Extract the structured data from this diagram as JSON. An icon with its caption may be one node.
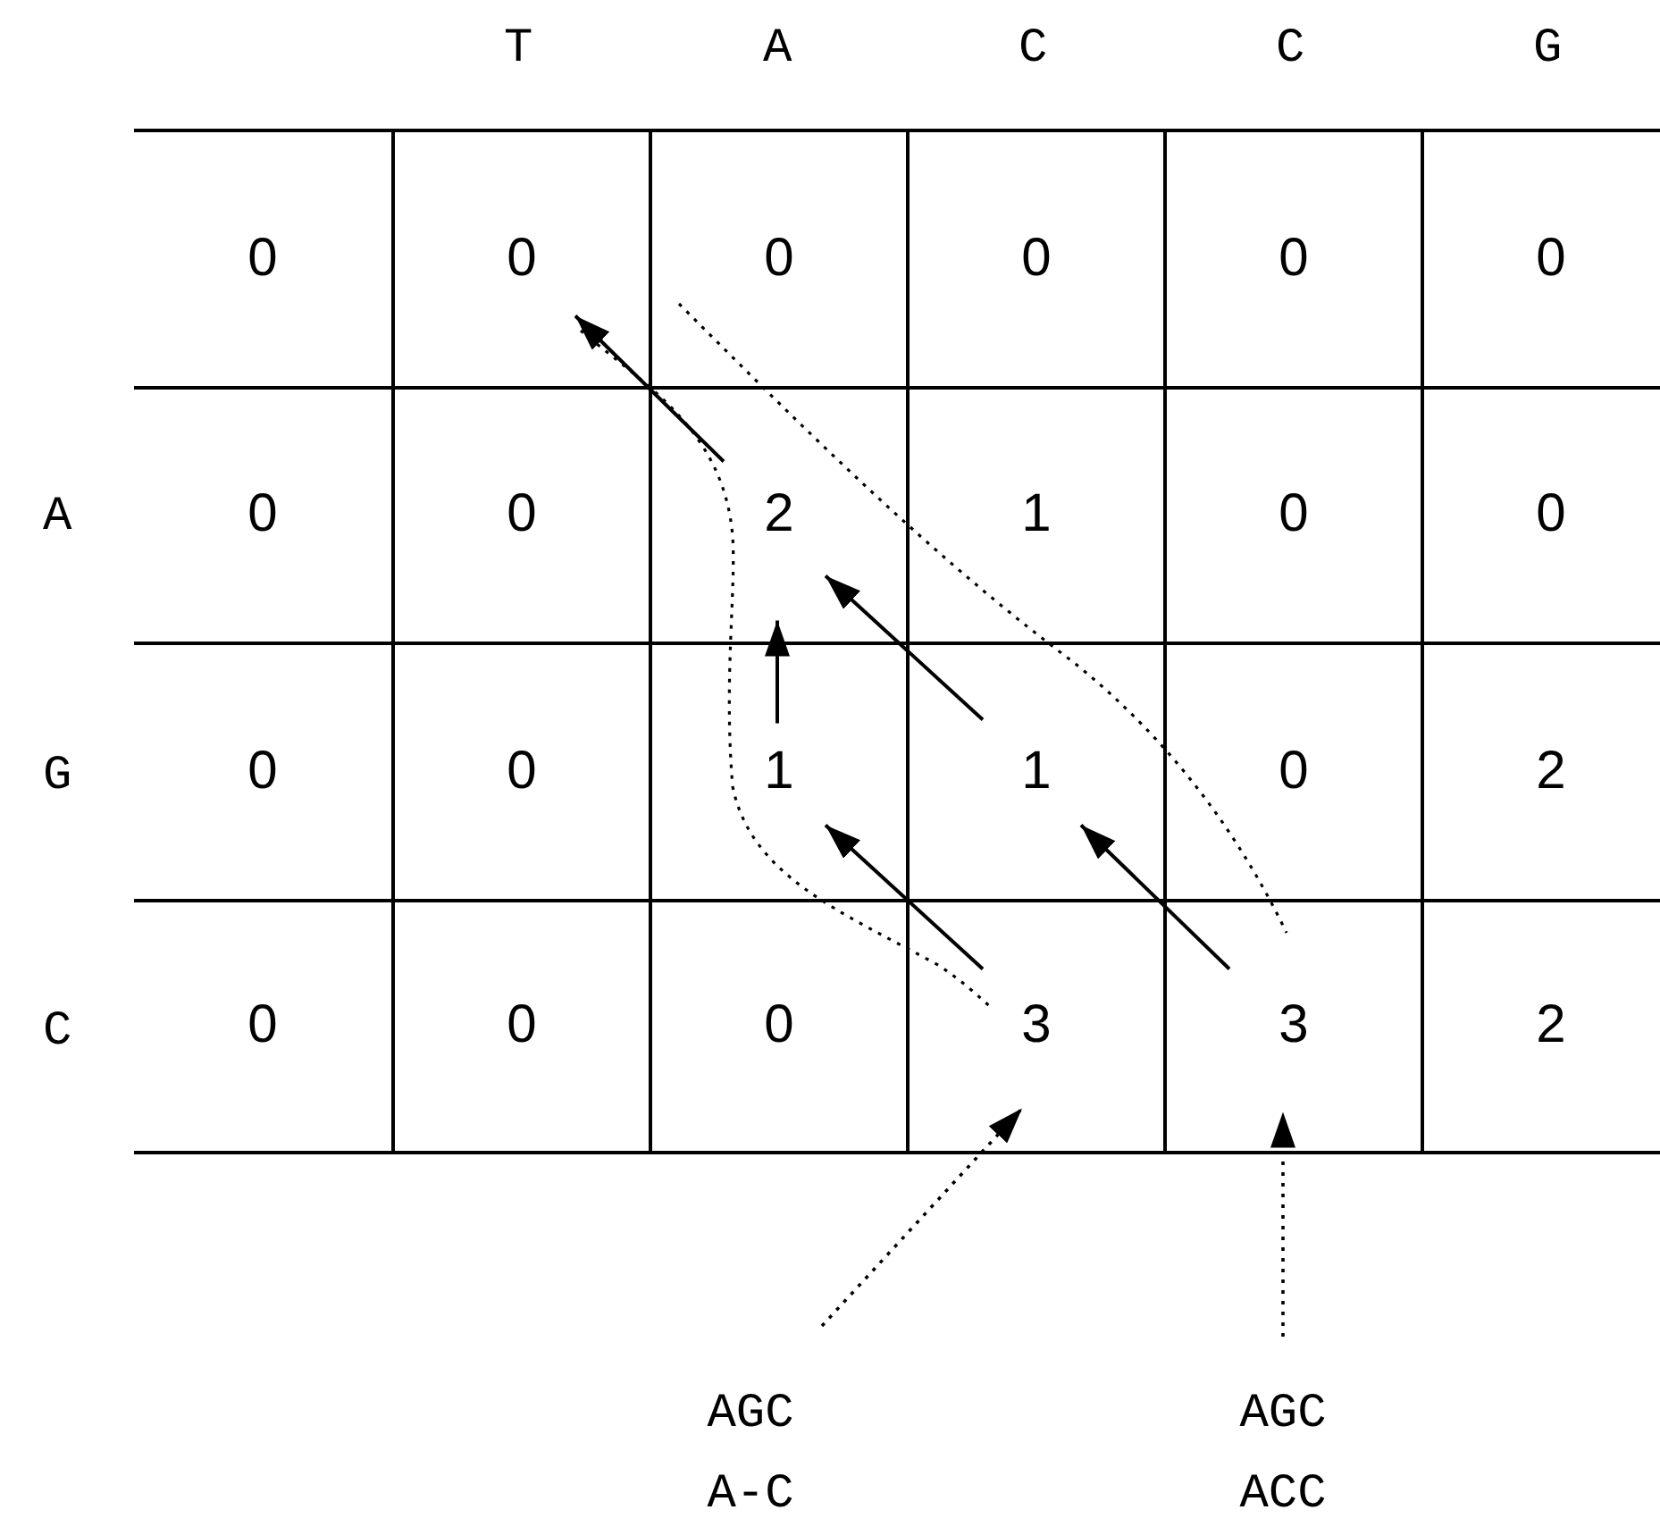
{
  "diagram": {
    "nodes": [
      {
        "text": [
          "0"
        ]
      },
      {
        "text": [
          "0"
        ]
      },
      {
        "text": [
          "0"
        ]
      },
      {
        "text": [
          "0"
        ]
      },
      {
        "text": [
          "0"
        ]
      },
      {
        "text": [
          "0"
        ]
      },
      {
        "text": [
          "0"
        ]
      },
      {
        "text": [
          "0"
        ]
      },
      {
        "text": [
          "2"
        ]
      },
      {
        "text": [
          "1"
        ]
      },
      {
        "text": [
          "0"
        ]
      },
      {
        "text": [
          "0"
        ]
      },
      {
        "text": [
          "0"
        ]
      },
      {
        "text": [
          "0"
        ]
      },
      {
        "text": [
          "1"
        ]
      },
      {
        "text": [
          "1"
        ]
      },
      {
        "text": [
          "0"
        ]
      },
      {
        "text": [
          "2"
        ]
      },
      {
        "text": [
          "0"
        ]
      },
      {
        "text": [
          "0"
        ]
      },
      {
        "text": [
          "0"
        ]
      },
      {
        "text": [
          "3"
        ]
      },
      {
        "text": [
          "3"
        ]
      },
      {
        "text": [
          "2"
        ]
      },
      {
        "text": [
          "AGC",
          "A-C"
        ]
      },
      {
        "text": [
          "AGC",
          "ACC"
        ]
      }
    ],
    "edges": [
      {
        "from": 8,
        "to": 1,
        "arrow": "to"
      },
      {
        "from": 14,
        "to": 8,
        "arrow": "to"
      },
      {
        "from": 15,
        "to": 8,
        "arrow": "to"
      },
      {
        "from": 21,
        "to": 14,
        "arrow": "to"
      },
      {
        "from": 22,
        "to": 15,
        "arrow": "to"
      },
      {
        "from": 24,
        "to": 21,
        "arrow": "to",
        "style": "dashed"
      },
      {
        "from": 25,
        "to": 22,
        "arrow": "to",
        "style": "dashed"
      }
    ],
    "labels": [
      "T",
      "A",
      "C",
      "C",
      "G",
      "A",
      "G",
      "C"
    ]
  }
}
